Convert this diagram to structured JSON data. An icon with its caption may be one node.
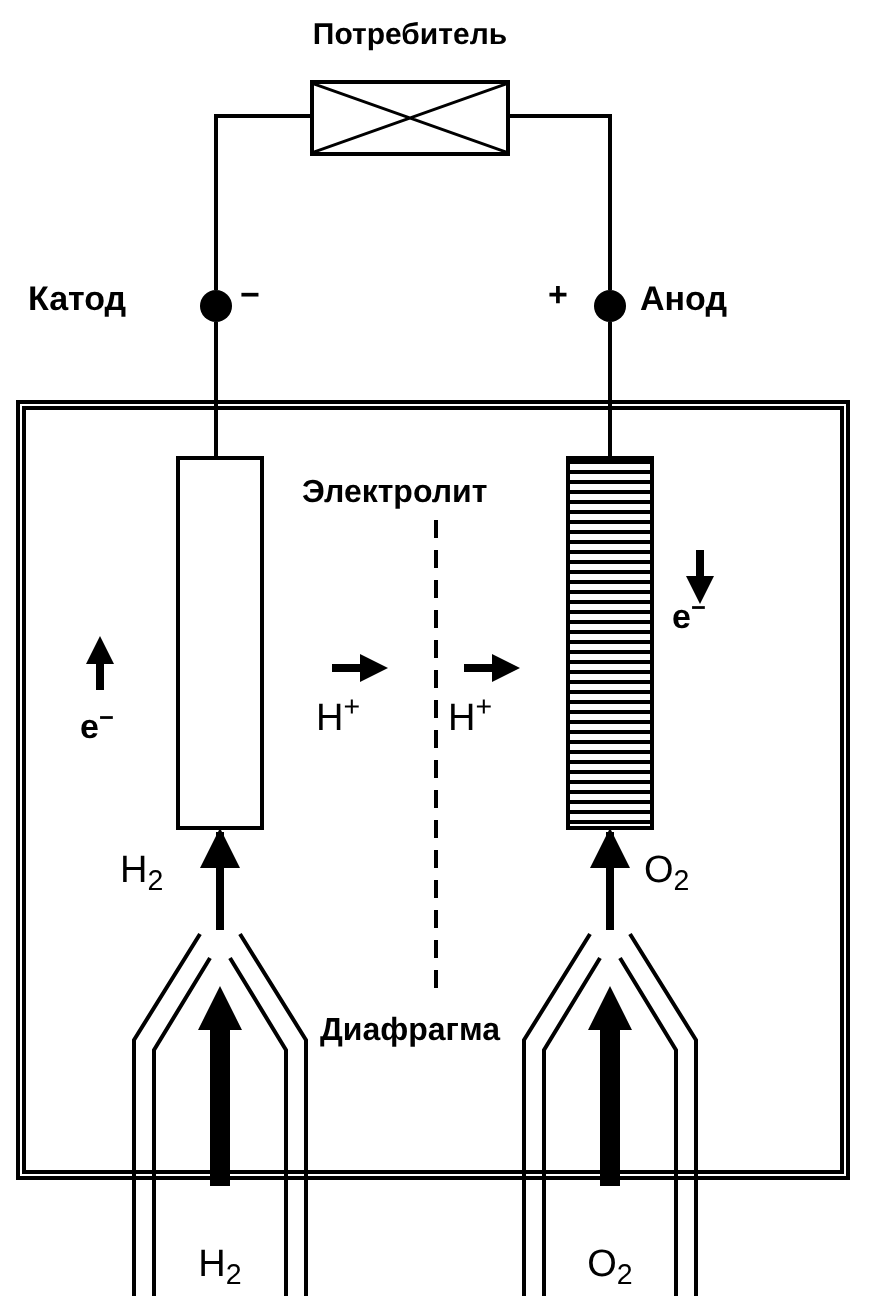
{
  "diagram": {
    "nodes": [
      {
        "text": [
          "Потребитель"
        ]
      },
      {
        "text": [],
        "shape": "circle",
        "beside": [
          "Катод",
          "−"
        ]
      },
      {
        "text": [],
        "shape": "circle",
        "beside": [
          "+",
          "Анод"
        ]
      },
      {
        "text": [
          "Электролит"
        ]
      },
      {
        "text": [],
        "shape": "box",
        "in": 3,
        "beside": [
          "e$^{−}$"
        ]
      },
      {
        "text": [],
        "shape": "box",
        "in": 3,
        "beside": [
          "e$^{−}$"
        ]
      },
      {
        "text": [
          "H$_{2}$"
        ]
      },
      {
        "text": [
          "O$_{2}$"
        ]
      }
    ],
    "edges": [
      {
        "from": 1,
        "to": 0,
        "arrow": "none"
      },
      {
        "from": 0,
        "to": 2,
        "arrow": "none"
      },
      {
        "from": 1,
        "to": 4,
        "arrow": "none"
      },
      {
        "from": 2,
        "to": 5,
        "arrow": "none"
      },
      {
        "from": 6,
        "to": 4,
        "arrow": "to",
        "label": "H$_{2}$",
        "style": "thick"
      },
      {
        "from": 7,
        "to": 5,
        "arrow": "to",
        "label": "O$_{2}$",
        "style": "thick"
      }
    ],
    "labels": [
      "H$^{+}$",
      "H$^{+}$",
      "Диафрагма"
    ]
  }
}
